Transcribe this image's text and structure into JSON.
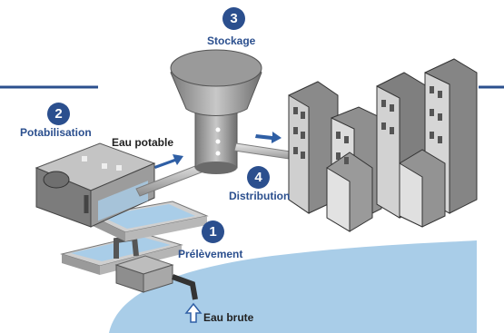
{
  "steps": [
    {
      "number": "1",
      "label": "Prélèvement"
    },
    {
      "number": "2",
      "label": "Potabilisation"
    },
    {
      "number": "3",
      "label": "Stockage"
    },
    {
      "number": "4",
      "label": "Distribution"
    }
  ],
  "flows": {
    "treated_water": "Eau potable",
    "raw_water": "Eau brute"
  },
  "colors": {
    "accent": "#2b4f8e",
    "arrow": "#2f5fa5",
    "water": "#a9cde8",
    "building": "#8a8a8a"
  }
}
